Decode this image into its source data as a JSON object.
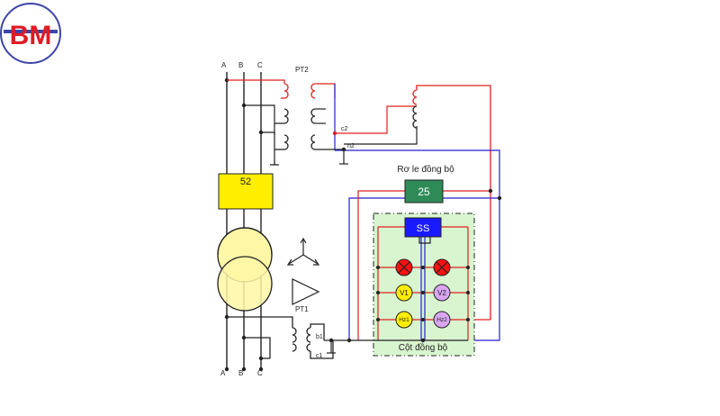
{
  "logo": {
    "text": "BM"
  },
  "diagram": {
    "phase_labels_top": [
      "A",
      "B",
      "C"
    ],
    "phase_labels_bottom": [
      "A",
      "B",
      "C"
    ],
    "pt2_label": "PT2",
    "pt1_label": "PT1",
    "breaker_label": "52",
    "relay_caption": "Rơ le đồng bộ",
    "relay_label": "25",
    "ss_label": "SS",
    "panel_caption": "Cột đồng bộ",
    "terminal_c2": "c2",
    "terminal_n2": "n2",
    "terminal_b1": "b1",
    "terminal_c1": "c1",
    "meters": [
      "V1",
      "V2",
      "Hz1",
      "Hz2"
    ]
  },
  "colors": {
    "red": "#e0201e",
    "blue": "#2222cc",
    "dark": "#222222",
    "breaker_fill": "#ffee00",
    "relay_fill": "#2e8b57",
    "ss_fill": "#1a1aff",
    "panel_fill": "#d8f5cf",
    "transformer_fill": "#fff7a6",
    "lamp_red": "#ff1010",
    "meter_yellow": "#ffee00",
    "meter_purple": "#d9a6f2",
    "logo_red": "#e01b24",
    "logo_blue": "#3c45a8"
  }
}
